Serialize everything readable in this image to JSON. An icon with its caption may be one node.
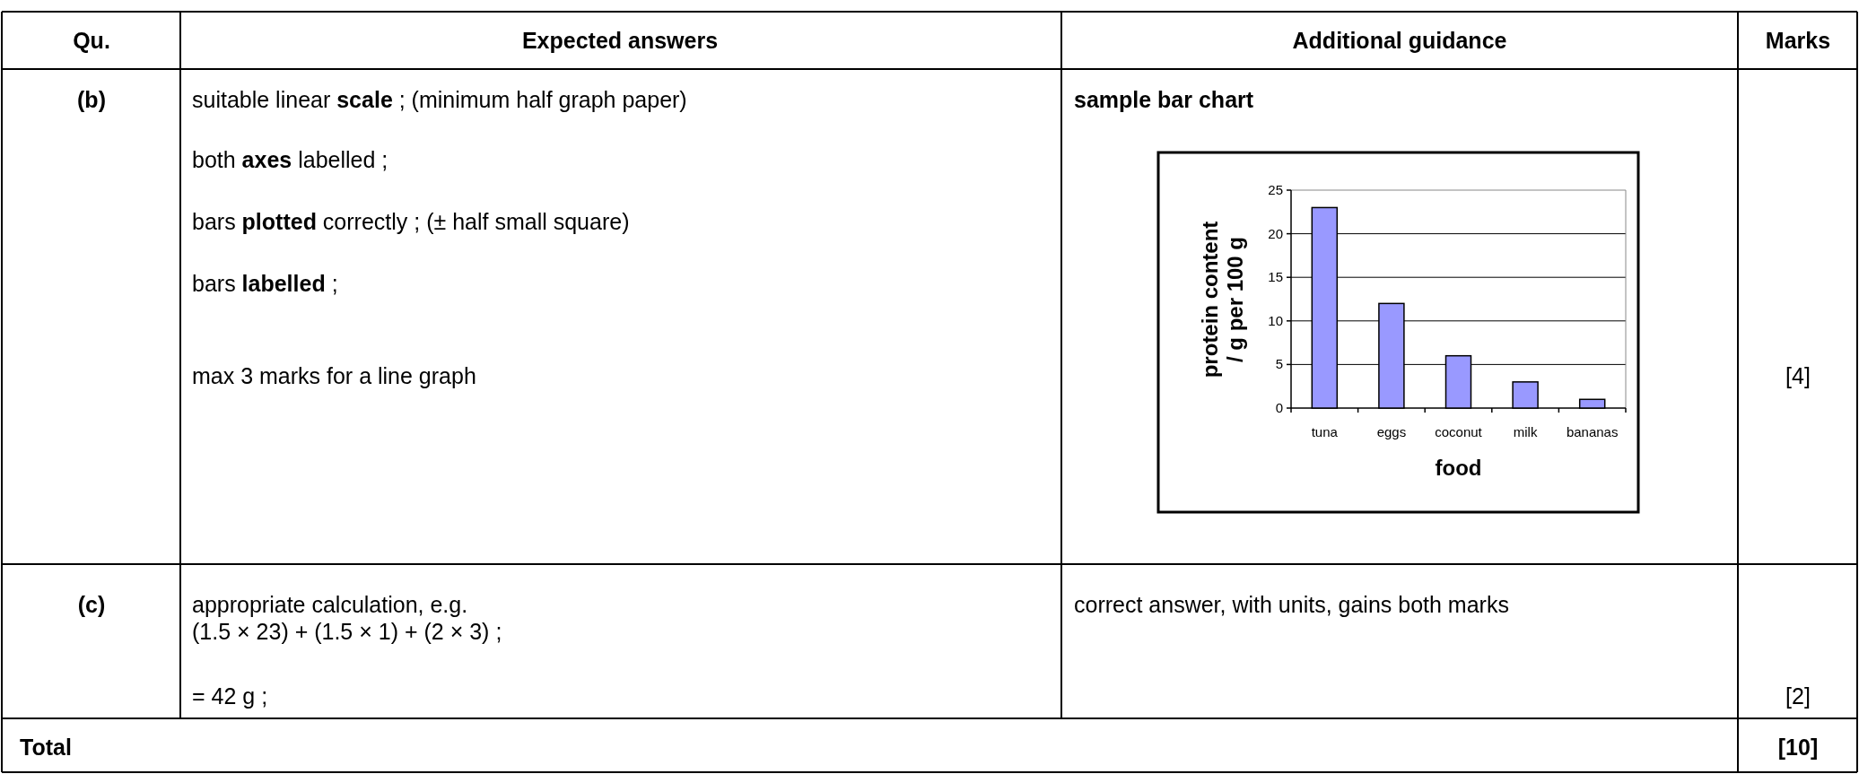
{
  "diagram": {
    "labels": [
      "Qu.",
      "Expected answers",
      "Additional guidance",
      "Marks",
      "(b)",
      "suitable linear **scale** ; (minimum half graph paper)",
      "both **axes** labelled ;",
      "bars **plotted** correctly ; (± half small square)",
      "bars **labelled** ;",
      "max 3 marks for a line graph",
      "sample bar chart",
      "[4]",
      "(c)",
      "appropriate calculation, e.g.",
      "(1.5 × 23) + (1.5 × 1) + (2 × 3) ;",
      "= 42 g ;",
      "correct answer, with units, gains both marks",
      "[2]",
      "Total",
      "[10]"
    ],
    "chart_data": {
      "type": "bar",
      "xlabel": "food",
      "ylabel": "protein content / g per 100 g",
      "categories": [
        "tuna",
        "eggs",
        "coconut",
        "milk",
        "bananas"
      ],
      "series": [
        {
          "color": "#9999ff",
          "values": [
            23,
            12,
            6,
            3,
            1
          ]
        }
      ],
      "grid": true,
      "ylim": [
        0,
        25
      ],
      "yticks": [
        0,
        5,
        10,
        15,
        20,
        25
      ]
    }
  }
}
